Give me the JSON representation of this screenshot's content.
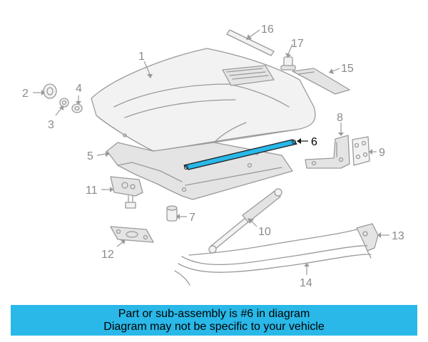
{
  "diagram": {
    "labels": {
      "p1": "1",
      "p2": "2",
      "p3": "3",
      "p4": "4",
      "p5": "5",
      "p6": "6",
      "p7": "7",
      "p8": "8",
      "p9": "9",
      "p10": "10",
      "p11": "11",
      "p12": "12",
      "p13": "13",
      "p14": "14",
      "p15": "15",
      "p16": "16",
      "p17": "17"
    },
    "highlighted_part": "6",
    "highlight_color": "#29b8e8"
  },
  "banner": {
    "line1": "Part or sub-assembly is #6 in diagram",
    "line2": "Diagram may not be specific to your vehicle",
    "background": "#29b8e8"
  }
}
